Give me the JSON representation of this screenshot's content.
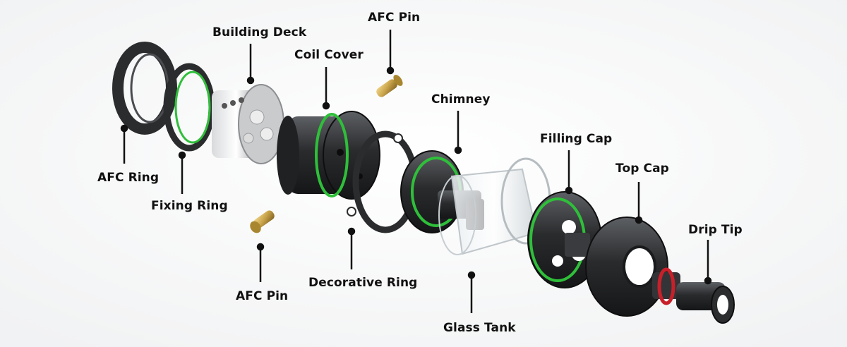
{
  "labels": {
    "afc_ring": "AFC Ring",
    "fixing_ring": "Fixing Ring",
    "building_deck": "Building Deck",
    "coil_cover": "Coil Cover",
    "afc_pin_top": "AFC Pin",
    "afc_pin_bottom": "AFC Pin",
    "decorative_ring": "Decorative Ring",
    "chimney": "Chimney",
    "glass_tank": "Glass Tank",
    "filling_cap": "Filling Cap",
    "top_cap": "Top Cap",
    "drip_tip": "Drip Tip"
  },
  "colors": {
    "metal_dark": "#2b2c2e",
    "metal_mid": "#55575b",
    "accent_green": "#2fbf3a",
    "brass": "#c9a34a",
    "o_ring_red": "#c8202a",
    "leader_line": "#111111"
  }
}
